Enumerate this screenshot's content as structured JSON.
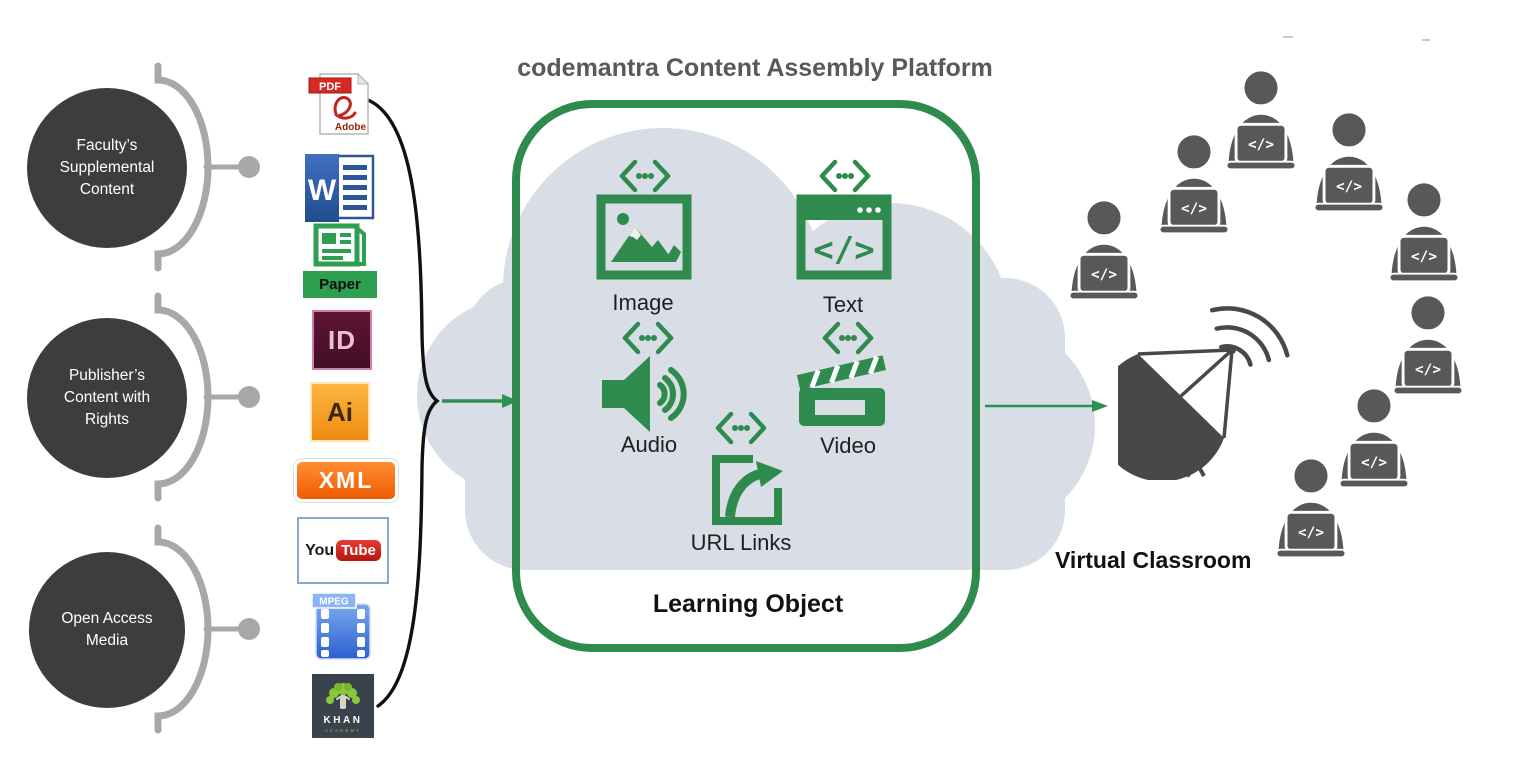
{
  "title": "codemantra Content Assembly Platform",
  "sources": [
    {
      "lines": [
        "Faculty’s",
        "Supplemental",
        "Content"
      ]
    },
    {
      "lines": [
        "Publisher’s",
        "Content with",
        "Rights"
      ]
    },
    {
      "lines": [
        "Open Access",
        "Media"
      ]
    }
  ],
  "formats": {
    "pdf": {
      "banner": "PDF",
      "brand": "Adobe"
    },
    "word": {
      "letter": "W"
    },
    "paper": {
      "label": "Paper"
    },
    "indesign": {
      "label": "ID"
    },
    "illustrator": {
      "label": "Ai"
    },
    "xml": {
      "label": "XML"
    },
    "youtube": {
      "part1": "You",
      "part2": "Tube"
    },
    "mpeg": {
      "label": "MPEG"
    },
    "khan": {
      "line1": "KHAN",
      "line2": "ACADEMY"
    }
  },
  "platform": {
    "cloud_items": [
      {
        "label": "Image"
      },
      {
        "label": "Text"
      },
      {
        "label": "Audio"
      },
      {
        "label": "Video"
      },
      {
        "label": "URL Links"
      }
    ],
    "text_icon_glyph": "</>",
    "caption": "Learning Object"
  },
  "classroom": {
    "label": "Virtual Classroom",
    "laptop_screen_text": "</>",
    "people_count": 8
  },
  "colors": {
    "green": "#2e8b4d",
    "cloud": "#d8dde6",
    "dark_circle": "#3d3d40",
    "connector_gray": "#a8a8a8",
    "people_gray": "#57585a",
    "title_gray": "#595959"
  }
}
